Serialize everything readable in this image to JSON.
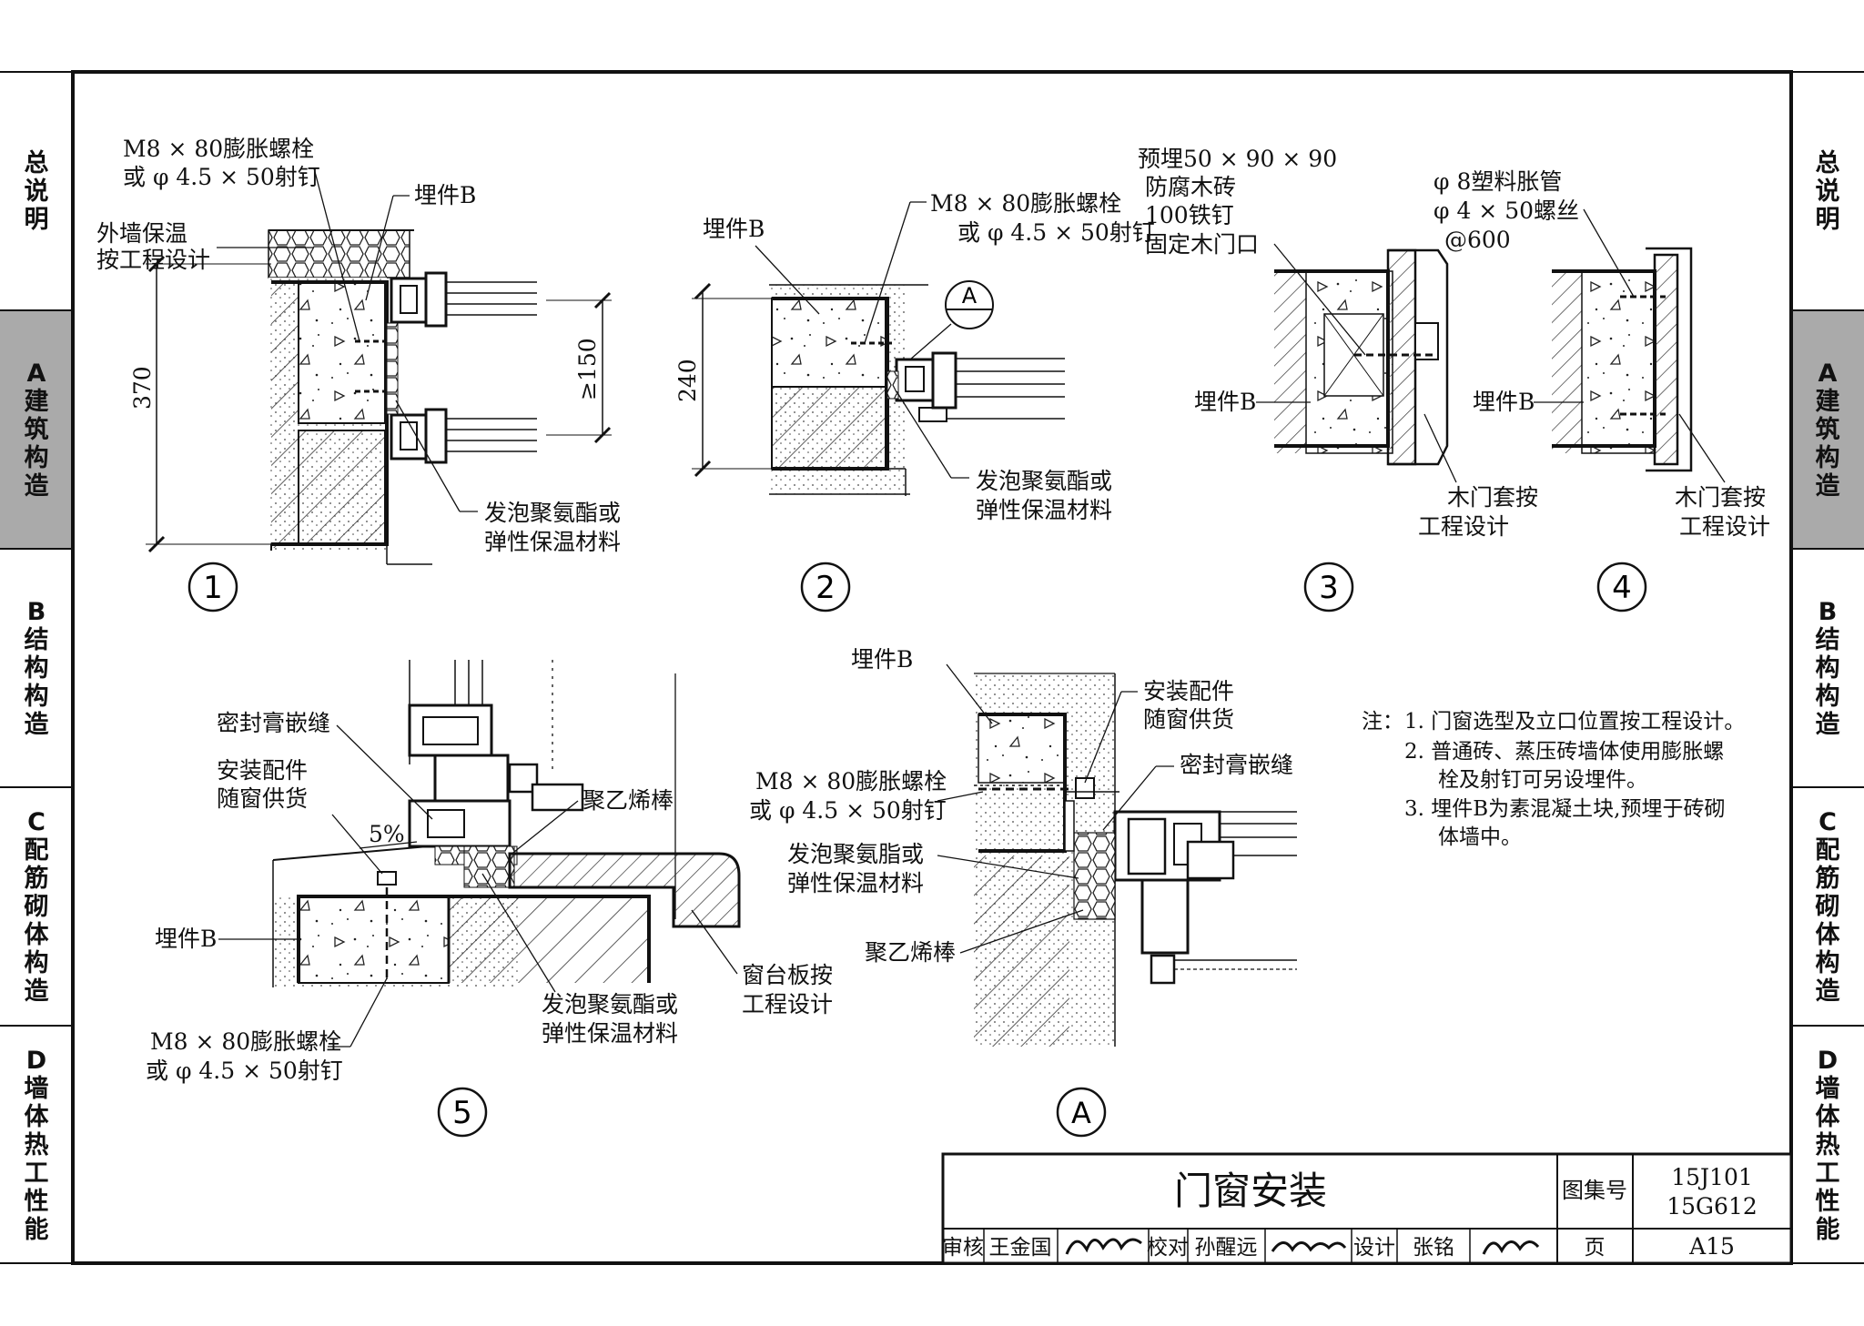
{
  "side_tabs": [
    {
      "code": "",
      "label": "总说明",
      "active": false
    },
    {
      "code": "A",
      "label": "建筑构造",
      "active": true
    },
    {
      "code": "B",
      "label": "结构构造",
      "active": false
    },
    {
      "code": "C",
      "label": "配筋砌体构造",
      "active": false
    },
    {
      "code": "D",
      "label": "墙体热工性能",
      "active": false
    }
  ],
  "details": {
    "d1": {
      "number": "1",
      "bolt_line1": "M8 × 80膨胀螺栓",
      "bolt_line2": "或 φ 4.5 × 50射钉",
      "embed": "埋件B",
      "insul_line1": "外墙保温",
      "insul_line2": "按工程设计",
      "dim_height": "370",
      "dim_gap": "≥150",
      "foam_line1": "发泡聚氨酯或",
      "foam_line2": "弹性保温材料"
    },
    "d2": {
      "number": "2",
      "embed": "埋件B",
      "bolt_line1": "M8 × 80膨胀螺栓",
      "bolt_line2": "或 φ 4.5 × 50射钉",
      "callout": "A",
      "dim_height": "240",
      "foam_line1": "发泡聚氨酯或",
      "foam_line2": "弹性保温材料"
    },
    "d3": {
      "number": "3",
      "line1": "预埋50 × 90 × 90",
      "line2": "防腐木砖",
      "line3": "100铁钉",
      "line4": "固定木门口",
      "embed": "埋件B",
      "casing_line1": "木门套按",
      "casing_line2": "工程设计"
    },
    "d4": {
      "number": "4",
      "line1": "φ 8塑料胀管",
      "line2": "φ 4 × 50螺丝",
      "line3": "@600",
      "embed": "埋件B",
      "casing_line1": "木门套按",
      "casing_line2": "工程设计"
    },
    "d5": {
      "number": "5",
      "seal": "密封膏嵌缝",
      "fitting_line1": "安装配件",
      "fitting_line2": "随窗供货",
      "slope": "5%",
      "pe_rod": "聚乙烯棒",
      "embed": "埋件B",
      "sill_line1": "窗台板按",
      "sill_line2": "工程设计",
      "foam_line1": "发泡聚氨酯或",
      "foam_line2": "弹性保温材料",
      "bolt_line1": "M8 × 80膨胀螺栓",
      "bolt_line2": "或 φ 4.5 × 50射钉"
    },
    "dA": {
      "number": "A",
      "embed": "埋件B",
      "fitting_line1": "安装配件",
      "fitting_line2": "随窗供货",
      "seal": "密封膏嵌缝",
      "bolt_line1": "M8 × 80膨胀螺栓",
      "bolt_line2": "或 φ 4.5 × 50射钉",
      "foam_line1": "发泡聚氨脂或",
      "foam_line2": "弹性保温材料",
      "pe_rod": "聚乙烯棒"
    }
  },
  "notes": {
    "prefix": "注：",
    "n1": "1.  门窗选型及立口位置按工程设计。",
    "n2a": "2.  普通砖、蒸压砖墙体使用膨胀螺",
    "n2b": "栓及射钉可另设埋件。",
    "n3a": "3.  埋件B为素混凝土块,预埋于砖砌",
    "n3b": "体墙中。"
  },
  "title_block": {
    "title": "门窗安装",
    "atlas_label": "图集号",
    "atlas_no1": "15J101",
    "atlas_no2": "15G612",
    "review_label": "审核",
    "reviewer": "王金国",
    "check_label": "校对",
    "checker": "孙醒远",
    "design_label": "设计",
    "designer": "张铭",
    "page_label": "页",
    "page_no": "A15"
  }
}
